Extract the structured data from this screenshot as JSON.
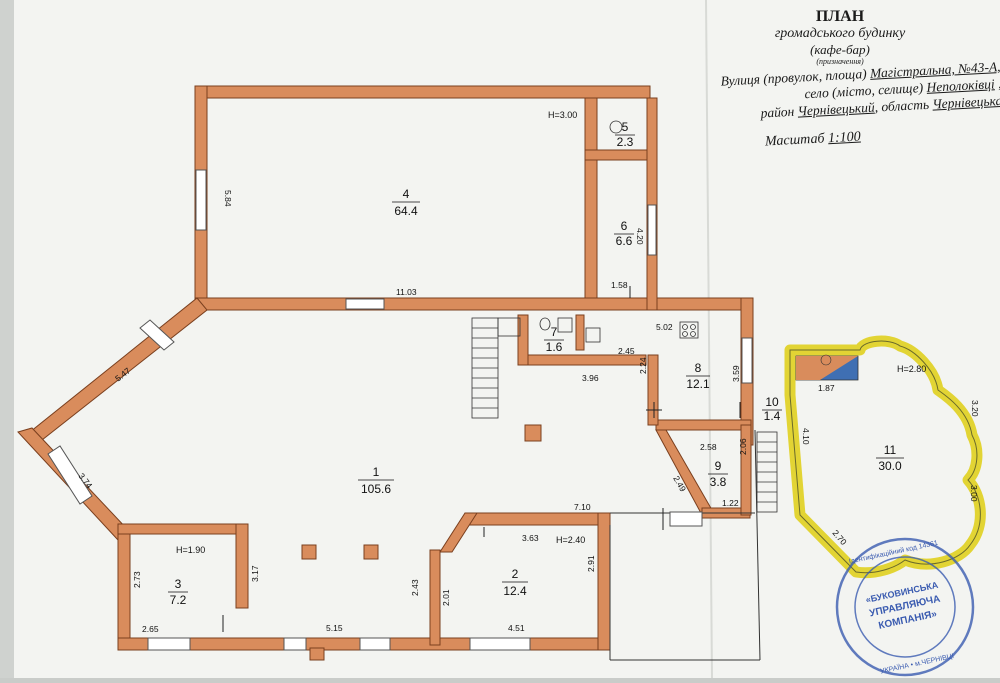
{
  "header": {
    "title": "ПЛАН",
    "subtitle": "громадського будинку",
    "purpose": "(кафе-бар)",
    "purpose_caption": "(призначення)"
  },
  "address": {
    "street_prefix": "Вулиця (провулок, площа)",
    "street_value": "Магістральна, №43-А,",
    "village_prefix": "село (місто, селище)",
    "village_value": "Неполоківці",
    "district_prefix": "район",
    "district_value": "Чернівецький",
    "region_prefix": ", область",
    "region_value": "Чернівецька"
  },
  "scale": {
    "label": "Масштаб",
    "value": "1:100"
  },
  "rooms": [
    {
      "num": "1",
      "area": "105.6"
    },
    {
      "num": "2",
      "area": "12.4"
    },
    {
      "num": "3",
      "area": "7.2"
    },
    {
      "num": "4",
      "area": "64.4"
    },
    {
      "num": "5",
      "area": "2.3"
    },
    {
      "num": "6",
      "area": "6.6"
    },
    {
      "num": "7",
      "area": "1.6"
    },
    {
      "num": "8",
      "area": "12.1"
    },
    {
      "num": "9",
      "area": "3.8"
    },
    {
      "num": "10",
      "area": "1.4"
    },
    {
      "num": "11",
      "area": "30.0"
    }
  ],
  "heights": {
    "h1": "H=3.00",
    "h2": "H=2.80",
    "h3": "H=1.90",
    "h4": "H=2.40"
  },
  "dimensions": {
    "d5_84": "5.84",
    "d4_20": "4.20",
    "d11_03": "11.03",
    "d1_58": "1.58",
    "d5_02": "5.02",
    "d2_45": "2.45",
    "d3_96": "3.96",
    "d2_24": "2.24",
    "d3_59": "3.59",
    "d1_87": "1.87",
    "d3_20": "3.20",
    "d4_10": "4.10",
    "d3_00": "3.00",
    "d2_70": "2.70",
    "d5_47": "5.47",
    "d3_74": "3.74",
    "d2_58": "2.58",
    "d2_06": "2.06",
    "d2_49": "2.49",
    "d1_22": "1.22",
    "d7_10": "7.10",
    "d3_63": "3.63",
    "d2_91": "2.91",
    "d2_43": "2.43",
    "d2_01": "2.01",
    "d4_51": "4.51",
    "d5_15": "5.15",
    "d2_65": "2.65",
    "d2_73": "2.73",
    "d3_17": "3.17"
  },
  "stamp": {
    "text_top": "Ідентифікаційний код 14361",
    "line1": "«БУКОВИНСЬКА",
    "line2": "УПРАВЛЯЮЧА",
    "line3": "КОМПАНІЯ»",
    "text_bottom": "УКРАЇНА • м.ЧЕРНІВЦІ"
  },
  "colors": {
    "wall": "#d98c5c",
    "wall_stroke": "#7a3f1e",
    "yellow": "#e9dc3c",
    "paper": "#f4f5f2"
  }
}
